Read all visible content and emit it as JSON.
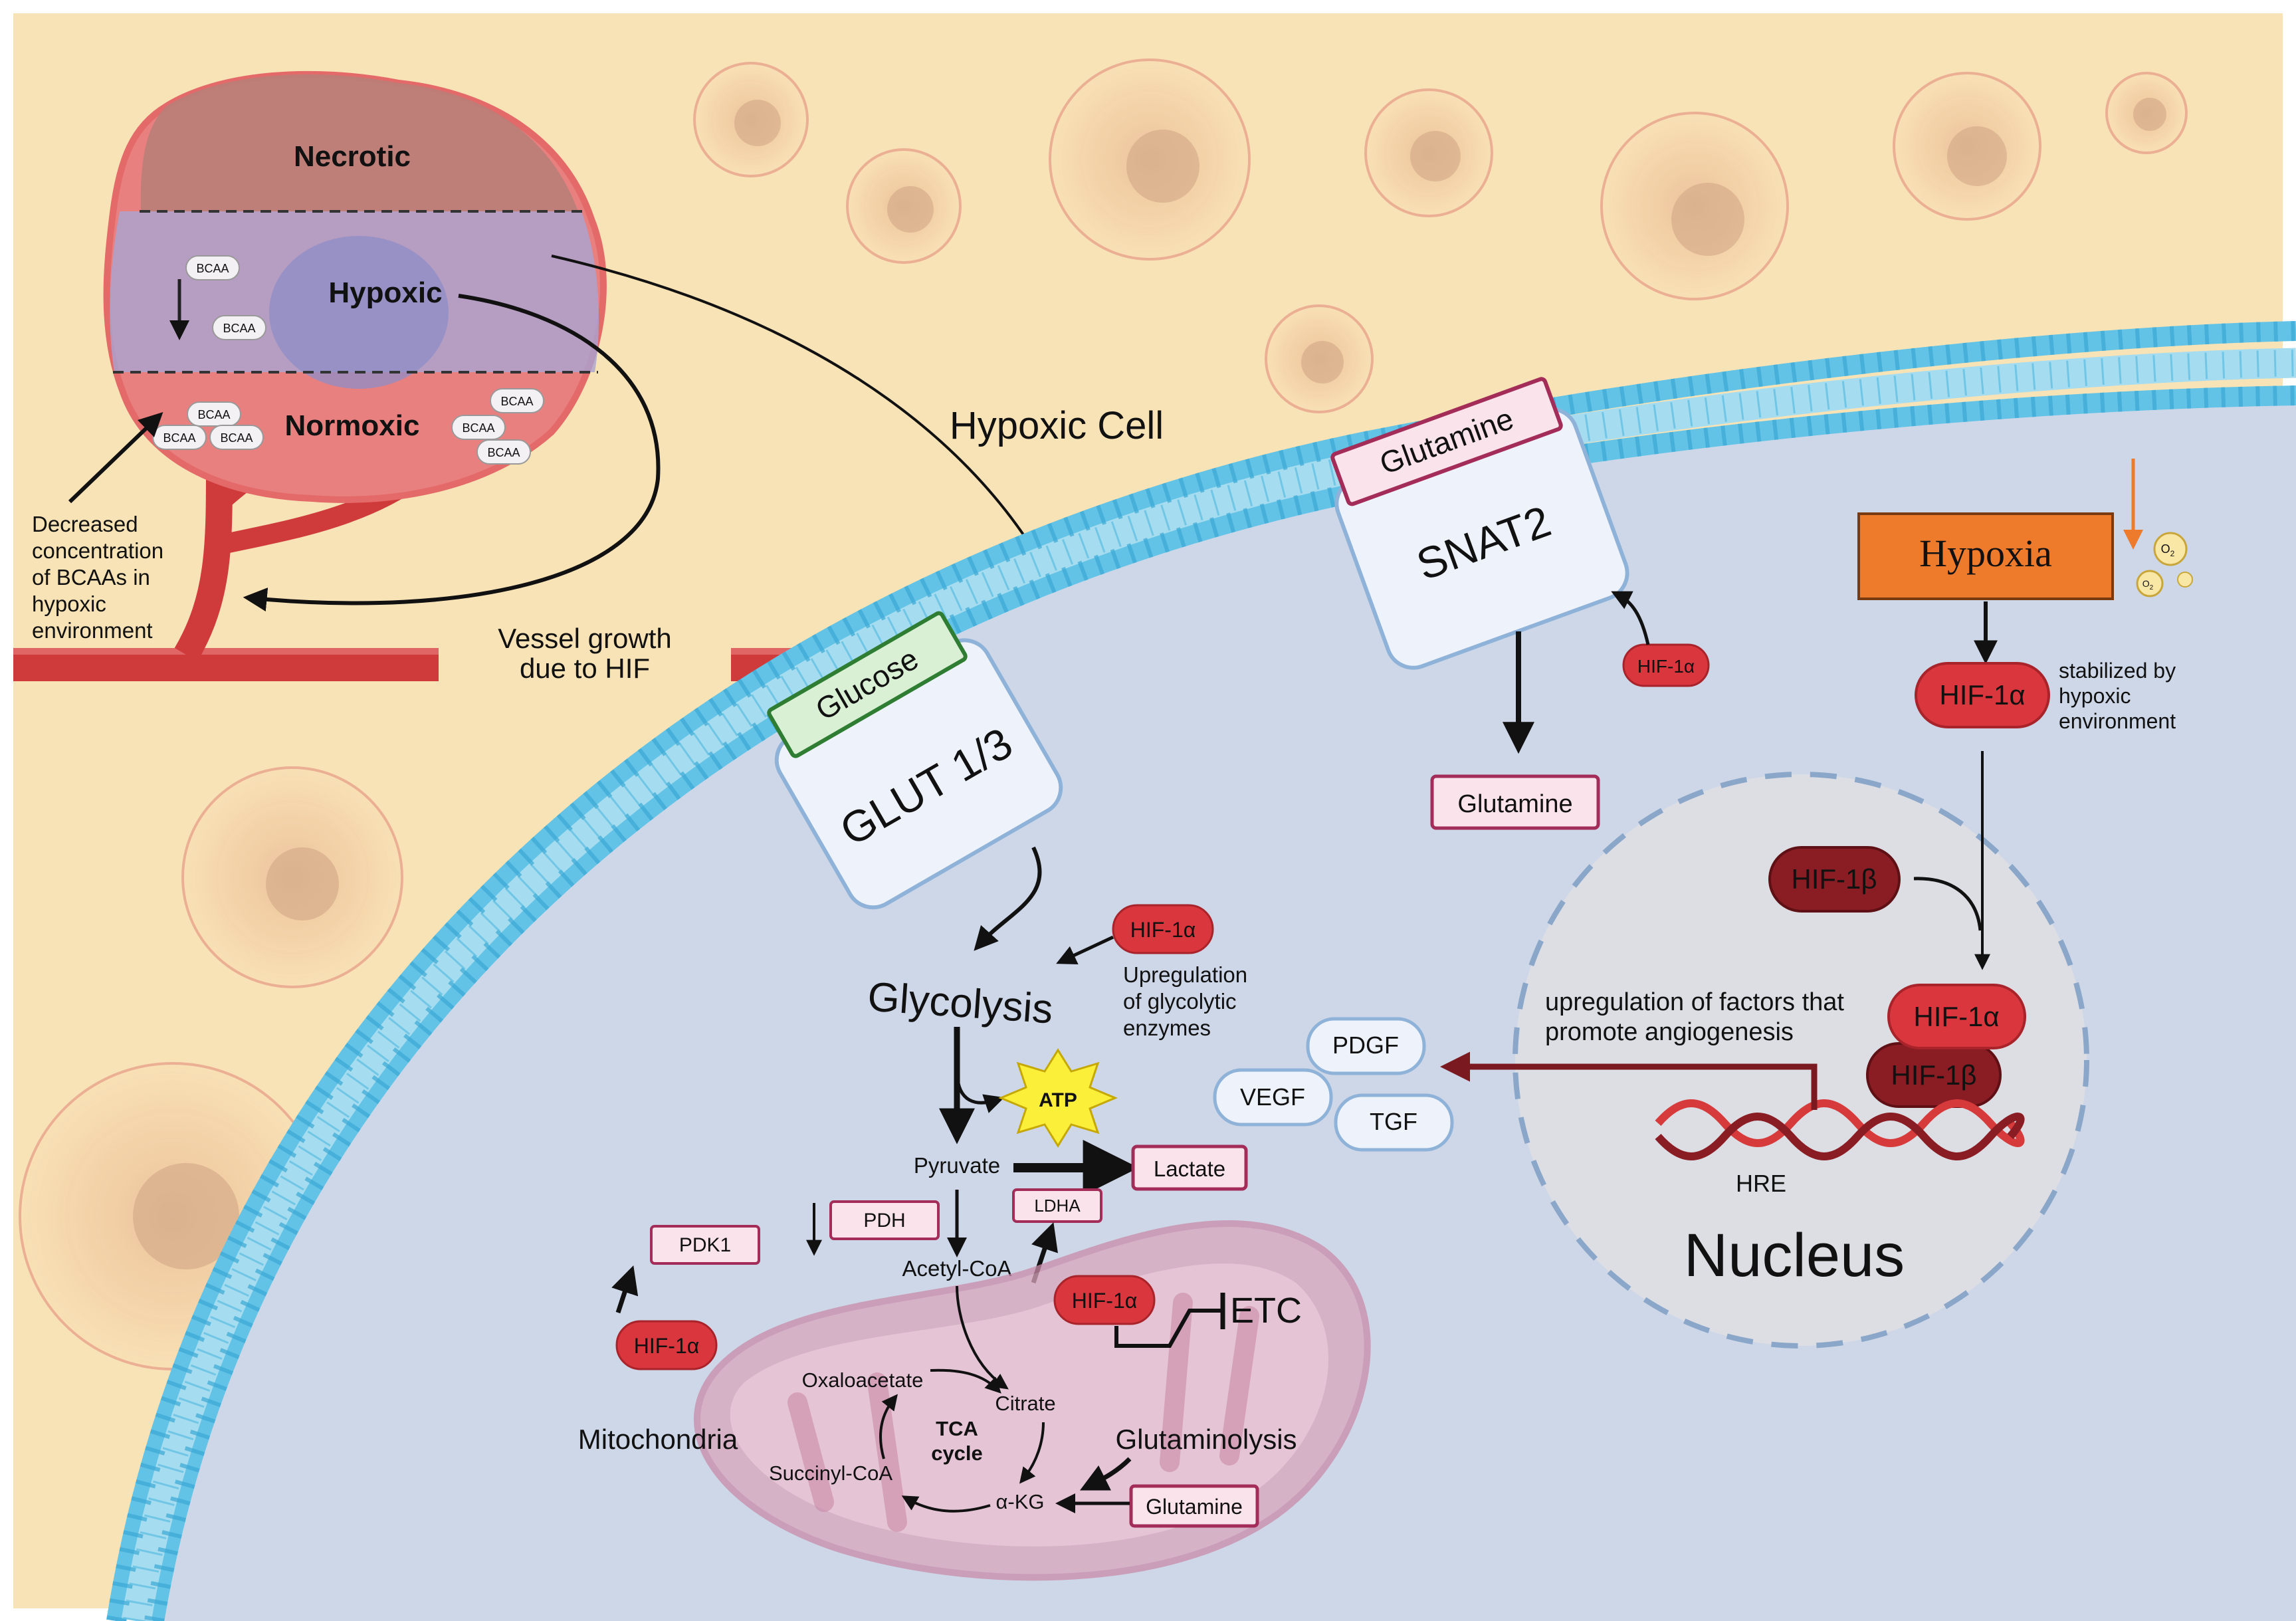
{
  "tumor": {
    "zones": {
      "necrotic": "Necrotic",
      "hypoxic": "Hypoxic",
      "normoxic": "Normoxic"
    },
    "bcaa_label": "BCAA",
    "bcaa_note": [
      "Decreased",
      "concentration",
      "of BCAAs in",
      "hypoxic",
      "environment"
    ],
    "vessel_note": [
      "Vessel growth",
      "due to HIF"
    ]
  },
  "hypoxic_cell_label": "Hypoxic Cell",
  "transporters": {
    "glut": {
      "name": "GLUT 1/3",
      "substrate": "Glucose"
    },
    "snat": {
      "name": "SNAT2",
      "substrate": "Glutamine"
    }
  },
  "cytoplasm": {
    "glutamine": "Glutamine",
    "hif1a": "HIF-1α",
    "glycolysis": "Glycolysis",
    "glycolysis_note": [
      "Upregulation",
      "of glycolytic",
      "enzymes"
    ],
    "atp": "ATP",
    "pyruvate": "Pyruvate",
    "lactate": "Lactate",
    "ldha": "LDHA",
    "pdh": "PDH",
    "pdk1": "PDK1",
    "acetyl_coa": "Acetyl-CoA",
    "etc": "ETC"
  },
  "mitochondria": {
    "label": "Mitochondria",
    "oxaloacetate": "Oxaloacetate",
    "citrate": "Citrate",
    "tca": [
      "TCA",
      "cycle"
    ],
    "succinyl_coa": "Succinyl-CoA",
    "akg": "α-KG",
    "glutaminolysis": "Glutaminolysis",
    "glutamine": "Glutamine"
  },
  "hypoxia_panel": {
    "hypoxia": "Hypoxia",
    "o2": "O",
    "o2_sub": "2",
    "hif1a": "HIF-1α",
    "stabilized_note": [
      "stabilized by",
      "hypoxic",
      "environment"
    ]
  },
  "nucleus": {
    "label": "Nucleus",
    "hif1b": "HIF-1β",
    "hif1a": "HIF-1α",
    "hre": "HRE",
    "upregulation_note": [
      "upregulation of factors that",
      "promote angiogenesis"
    ]
  },
  "growth_factors": {
    "pdgf": "PDGF",
    "vegf": "VEGF",
    "tgf": "TGF"
  },
  "colors": {
    "background": "#f8e3b6",
    "cytoplasm": "#cdd7e8",
    "membrane": "#62c3e6",
    "hif1a": "#d9363e",
    "hif1b": "#8a1d24",
    "hypoxia_box": "#ee7a2c",
    "vessel": "#cf3b3b",
    "mitochondria": "#d9a6bd",
    "pink_box": "#fbe3ec",
    "glucose_box": "#d9f0d4"
  }
}
